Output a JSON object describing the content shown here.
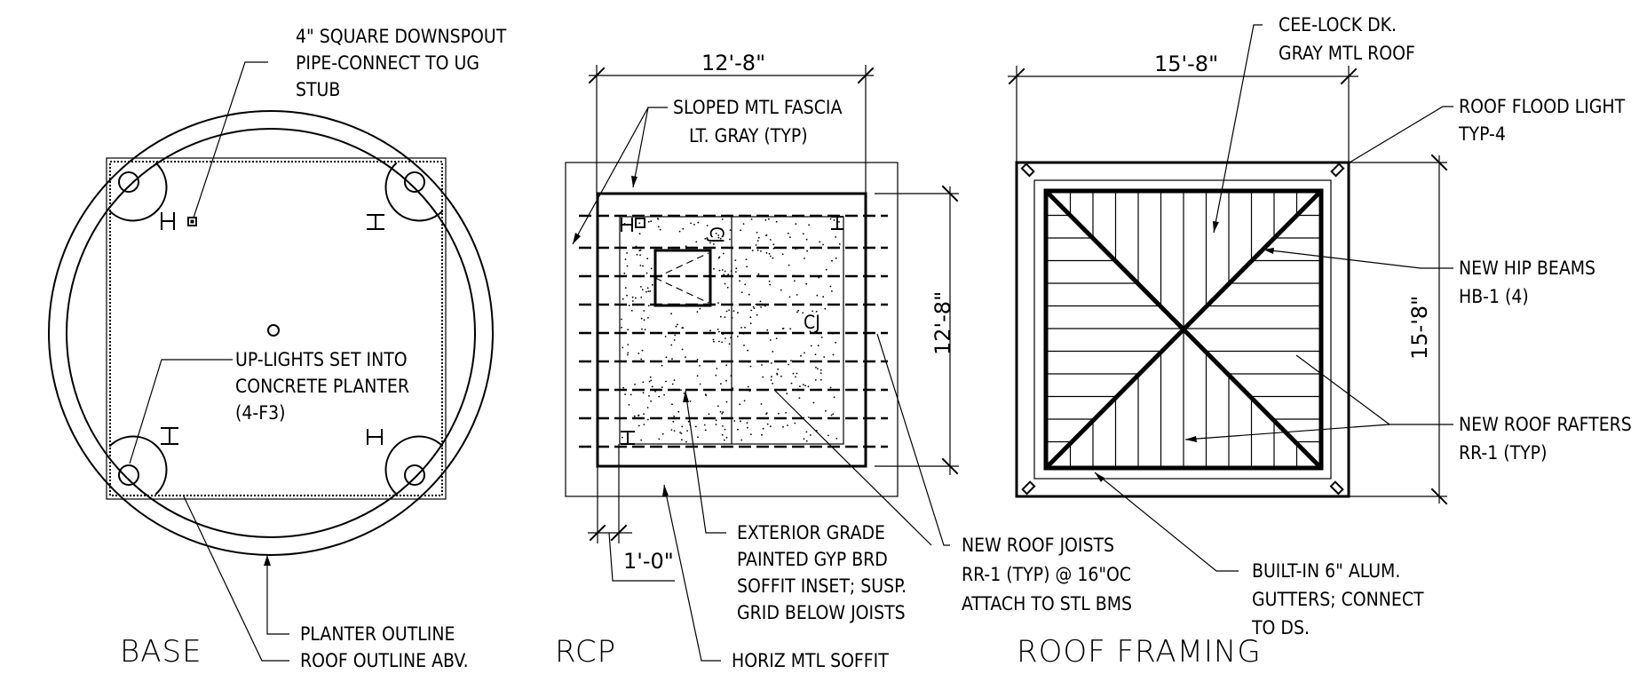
{
  "views": {
    "base": {
      "title": "BASE",
      "notes": {
        "downspout": [
          "4\" SQUARE DOWNSPOUT",
          "PIPE-CONNECT TO UG",
          "STUB"
        ],
        "uplights": [
          "UP-LIGHTS SET INTO",
          "CONCRETE PLANTER",
          "(4-F3)"
        ],
        "planter": "PLANTER OUTLINE",
        "roof_outline": "ROOF OUTLINE ABV."
      }
    },
    "rcp": {
      "title": "RCP",
      "dim_top": "12'-8\"",
      "dim_right": "12'-8\"",
      "dim_bottom": "1'-0\"",
      "cj_label": "CJ",
      "notes": {
        "fascia": [
          "SLOPED MTL FASCIA",
          "LT.  GRAY (TYP)"
        ],
        "soffit_inset": [
          "EXTERIOR GRADE",
          "PAINTED GYP BRD",
          "SOFFIT INSET; SUSP.",
          "GRID BELOW JOISTS"
        ],
        "joists": [
          "NEW ROOF JOISTS",
          "RR-1 (TYP) @ 16\"OC",
          "ATTACH TO STL BMS"
        ],
        "horiz_soffit": "HORIZ MTL SOFFIT"
      }
    },
    "roof": {
      "title": "ROOF  FRAMING",
      "dim_top": "15'-8\"",
      "dim_right": "15-'8\"",
      "notes": {
        "cee_lock": [
          "CEE-LOCK DK.",
          "GRAY MTL ROOF"
        ],
        "flood": [
          "ROOF FLOOD LIGHT",
          "TYP-4"
        ],
        "hip_beams": [
          "NEW HIP BEAMS",
          "HB-1 (4)"
        ],
        "rafters": [
          "NEW ROOF RAFTERS",
          "RR-1 (TYP)"
        ],
        "gutters": [
          "BUILT-IN 6\" ALUM.",
          "GUTTERS; CONNECT",
          "TO DS."
        ]
      }
    }
  }
}
